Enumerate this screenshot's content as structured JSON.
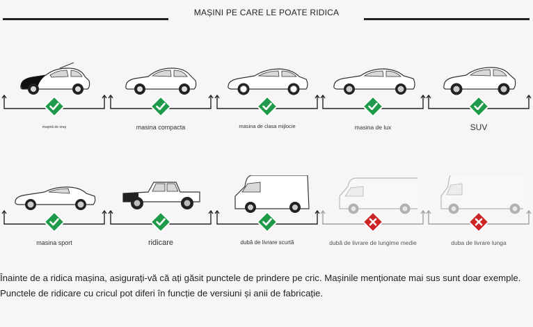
{
  "header": {
    "title": "MAȘINI PE CARE LE POATE RIDICA"
  },
  "vehicles": [
    {
      "label": "mașină de oraș",
      "icon": "city-car-icon",
      "supported": true
    },
    {
      "label": "masina compacta",
      "icon": "compact-car-icon",
      "supported": true
    },
    {
      "label": "masina de clasa mijlocie",
      "icon": "mid-size-car-icon",
      "supported": true
    },
    {
      "label": "masina de lux",
      "icon": "luxury-car-icon",
      "supported": true
    },
    {
      "label": "SUV",
      "icon": "suv-icon",
      "supported": true
    },
    {
      "label": "masina sport",
      "icon": "sports-car-icon",
      "supported": true
    },
    {
      "label": "ridicare",
      "icon": "pickup-truck-icon",
      "supported": true
    },
    {
      "label": "dubă de livrare scurtă",
      "icon": "short-van-icon",
      "supported": true
    },
    {
      "label": "dubă de livrare de lungime medie",
      "icon": "medium-van-icon",
      "supported": false
    },
    {
      "label": "duba de livrare lunga",
      "icon": "long-van-icon",
      "supported": false
    }
  ],
  "colors": {
    "supported": "#1f9a4a",
    "unsupported": "#cc2727",
    "line": "#222222"
  },
  "footer": {
    "line1": "Înainte de a ridica mașina, asigurați-vă că ați găsit punctele de prindere pe cric. Mașinile menționate mai sus sunt doar exemple.",
    "line2": "Punctele de ridicare cu cricul pot diferi în funcție de versiuni și anii de fabricație."
  }
}
